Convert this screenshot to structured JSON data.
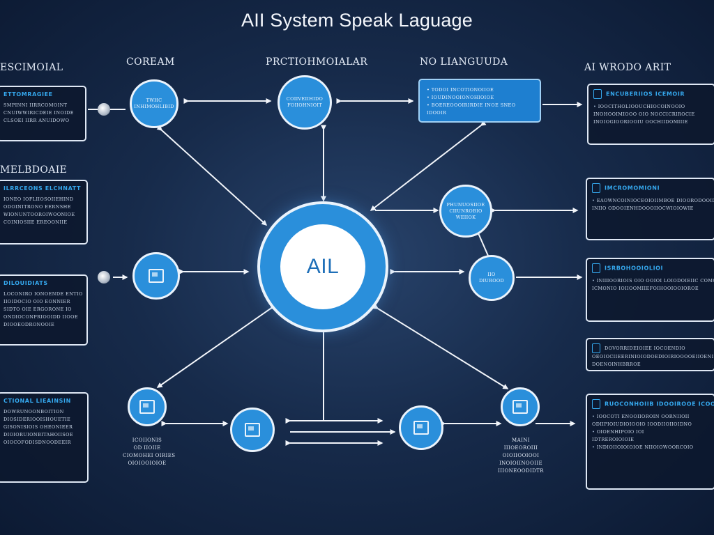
{
  "title": "AII System Speak Laguage",
  "headers": {
    "esc": "ESCIMOIAL",
    "corean": "COREAM",
    "proc": "PRCTIOHMOIALAR",
    "nolang": "NO LIANGUUDA",
    "aiw": "AI WRODO ARIT",
    "melb": "MELBDOAIE"
  },
  "center": {
    "label": "AIL"
  },
  "nodes": {
    "n1": [
      "TWHC",
      "INHIMOHLIBID"
    ],
    "n2": [
      "COIIVEIIHIDO",
      "FOIIOHNIOIT"
    ],
    "n3": [
      "PHUNUOSIIOE",
      "CIIUNROBIO",
      "WEIIOK"
    ],
    "n4": [
      "IIO",
      "DIUROOD"
    ]
  },
  "boxes": {
    "topleft": {
      "title": "ETTOMRAGIEE",
      "lines": [
        "SMPINNI IIRRCOMOINT",
        "CNUIWWIRICDEIE INOIDE",
        "CLSOEI IIRR ANUIDOWO"
      ]
    },
    "midleft": {
      "title": "ILRRCEONS ELCHNATT",
      "lines": [
        "IONEO IOFLIIOSOIIEHIND",
        "ODOINITRONO EERNSHE",
        "WIONUNTOOROIWOONIOE",
        "COINIOSIIE EREOONIIE"
      ]
    },
    "left3": {
      "title": "DILOUIDIATS",
      "lines": [
        "LOCONIRO IONOENDE ENTIO",
        "IIOIDOCIO OIO EONNIER",
        "SIDTO OIE ERGORONE IO",
        "ONDIOCONPRIOOIDD IIOOE",
        "DIOOEODRONOOIE"
      ]
    },
    "left4": {
      "title": "CTIONAL LIEAINSIN",
      "lines": [
        "DOWRUNOONBOITION",
        "DIOSIDERIOOISHOUETIE",
        "GISONISIOIS OHEONIEER",
        "DIOIORUIONBITAHOIISOE",
        "OIOCOFODISDNOODEEIR"
      ]
    },
    "protocol": {
      "lines": [
        "• TODOI INCOTIONOIIOE",
        "• IOUDINOOIONOHIOIOE",
        "• BOEREOOOIRIRDIE INOE SNEO",
        "IDOOIR"
      ]
    },
    "r1": {
      "title": "ENCUBERIIOS ICEMOIR",
      "lines": [
        "IOOCITHOLIOOUCHIOCOINOOIO",
        "INOHOOIMIOOO OIO NOCCICRIROCIE",
        "INOIOGIOORIOOIU OOCHIIDOMIIIE"
      ]
    },
    "r2": {
      "title": "IMCROMOMIONI",
      "lines": [
        "EAOWNCOINIOCEOIOIIMBOE DIOORODOOIDDIOUR",
        "INIIO ODOOIENHDOOOIIOCWIOIOWIE"
      ]
    },
    "r3": {
      "title": "ISRBOHOOIOLIOI",
      "lines": [
        "INIIIOORIOIS OIO OOIOI LOIODOIEIIC COMOIE",
        "ICMONIO IOIIOOMIIEFOIHOOIOOIOROE"
      ]
    },
    "r4": {
      "lines": [
        "DOVORRIDEIOIEE IOCOENDIO",
        "OEOIOCIIEERINIOIODOEDIOIRIOOOOEIIOENIE",
        "DOENOINHBRROE"
      ]
    },
    "r5": {
      "title": "RUOCONHOIIB IDOOIROOE ICOOIIT",
      "lines": [
        "IOOCOTI ENOOIIOROIN OORNIIOII",
        "ODIIPIOIUDIOIOOIO IOODIIOIIOIDNO",
        "OIOENHIPOIO IOI",
        "IDTREROIOIOIE",
        "INDIOIIOIOIOIOE NIIOIOWOORCOIO"
      ]
    }
  },
  "labels": {
    "bottomleft": [
      "ICOIIONIS",
      "OD IIOIIE",
      "CIOMOHEI OIRIES",
      "OIOIOOIOIOE"
    ],
    "bottomright": [
      "MAINI",
      "IIIOEOROIII",
      "OIOIIOOIOOI",
      "INOIOIINOOIIE",
      "IIIONEOODIDTR"
    ]
  },
  "colors": {
    "accent": "#2a8fdb",
    "accent_text": "#35a8ee",
    "background": "#172b4b",
    "line": "#f2f5fa"
  },
  "icons": {
    "ball": "globe-icon",
    "document": "document-icon",
    "monitor": "monitor-icon"
  }
}
